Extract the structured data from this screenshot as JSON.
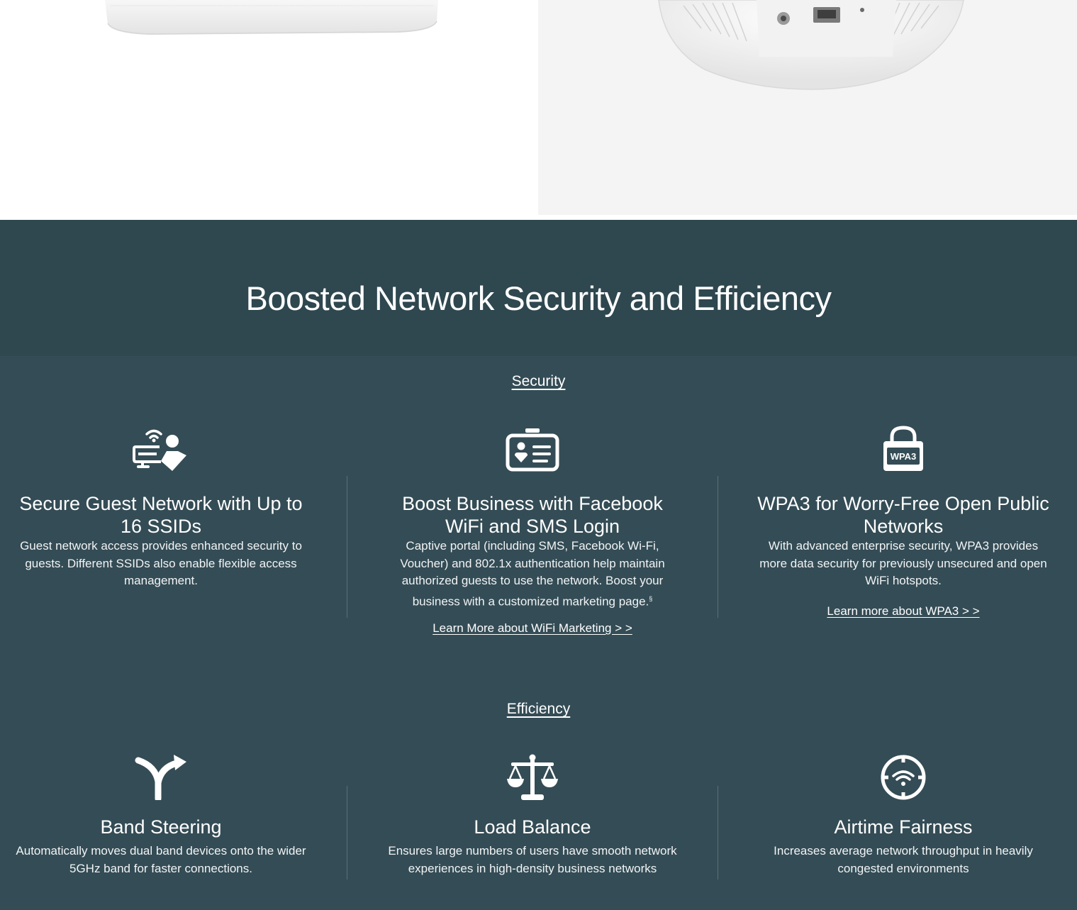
{
  "section_title": "Boosted Network Security and Efficiency",
  "security": {
    "group_title": "Security",
    "features": [
      {
        "icon": "guest-network-icon",
        "title": "Secure Guest Network with Up to 16 SSIDs",
        "body": "Guest network access provides enhanced security to guests. Different SSIDs also enable flexible access management.",
        "link": ""
      },
      {
        "icon": "id-badge-icon",
        "title": "Boost Business with Facebook WiFi and SMS Login",
        "body": "Captive portal (including SMS, Facebook Wi-Fi, Voucher) and 802.1x authentication help maintain authorized guests to use the network. Boost your business with a customized marketing page.",
        "footnote": "§",
        "link": "Learn More about WiFi Marketing > >"
      },
      {
        "icon": "wpa3-lock-icon",
        "icon_text": "WPA3",
        "title": "WPA3 for Worry-Free Open Public Networks",
        "body": "With advanced enterprise security, WPA3 provides more data security for previously unsecured and open WiFi hotspots.",
        "link": "Learn more about WPA3 > >"
      }
    ]
  },
  "efficiency": {
    "group_title": "Efficiency",
    "features": [
      {
        "icon": "band-steering-icon",
        "title": "Band Steering",
        "body": "Automatically moves dual band devices onto the wider 5GHz band for faster connections."
      },
      {
        "icon": "balance-scale-icon",
        "title": "Load Balance",
        "body": "Ensures large numbers of users have smooth network experiences in high-density business networks"
      },
      {
        "icon": "airtime-clock-icon",
        "title": "Airtime Fairness",
        "body": "Increases average network throughput in heavily congested environments"
      }
    ]
  },
  "colors": {
    "section_bg": "#344c55",
    "hero_band_bg": "#2f474f",
    "text": "#ffffff"
  }
}
